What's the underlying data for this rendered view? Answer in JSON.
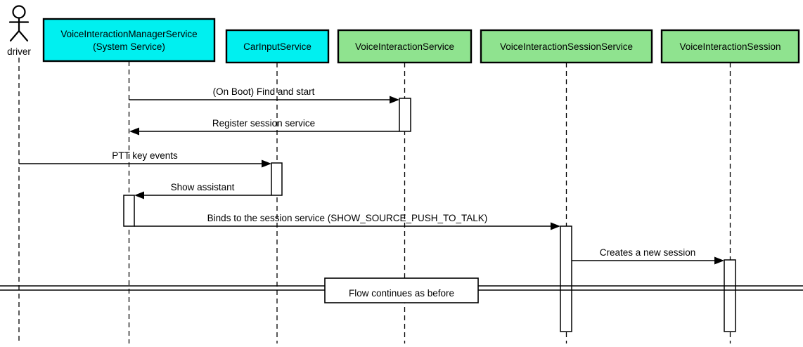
{
  "diagram": {
    "kind": "uml-sequence-diagram",
    "background_color": "#FFFFFF",
    "line_color": "#000000"
  },
  "actor": {
    "name": "driver"
  },
  "participants": [
    {
      "id": "voice-interaction-manager-service",
      "label_line1": "VoiceInteractionManagerService",
      "label_line2": "(System Service)",
      "color": "#00F0F0"
    },
    {
      "id": "car-input-service",
      "label": "CarInputService",
      "color": "#00F0F0"
    },
    {
      "id": "voice-interaction-service",
      "label": "VoiceInteractionService",
      "color": "#8FE38F"
    },
    {
      "id": "voice-interaction-session-service",
      "label": "VoiceInteractionSessionService",
      "color": "#8FE38F"
    },
    {
      "id": "voice-interaction-session",
      "label": "VoiceInteractionSession",
      "color": "#8FE38F"
    }
  ],
  "messages": [
    {
      "label": "(On Boot) Find and start",
      "from": "VoiceInteractionManagerService",
      "to": "VoiceInteractionService",
      "direction": "right"
    },
    {
      "label": "Register session service",
      "from": "VoiceInteractionService",
      "to": "VoiceInteractionManagerService",
      "direction": "left"
    },
    {
      "label": "PTT key events",
      "from": "driver",
      "to": "CarInputService",
      "direction": "right"
    },
    {
      "label": "Show assistant",
      "from": "CarInputService",
      "to": "VoiceInteractionManagerService",
      "direction": "left"
    },
    {
      "label": "Binds to the session service (SHOW_SOURCE_PUSH_TO_TALK)",
      "from": "VoiceInteractionManagerService",
      "to": "VoiceInteractionSessionService",
      "direction": "right"
    },
    {
      "label": "Creates a new session",
      "from": "VoiceInteractionSessionService",
      "to": "VoiceInteractionSession",
      "direction": "right"
    }
  ],
  "divider": {
    "label": "Flow continues as before"
  }
}
